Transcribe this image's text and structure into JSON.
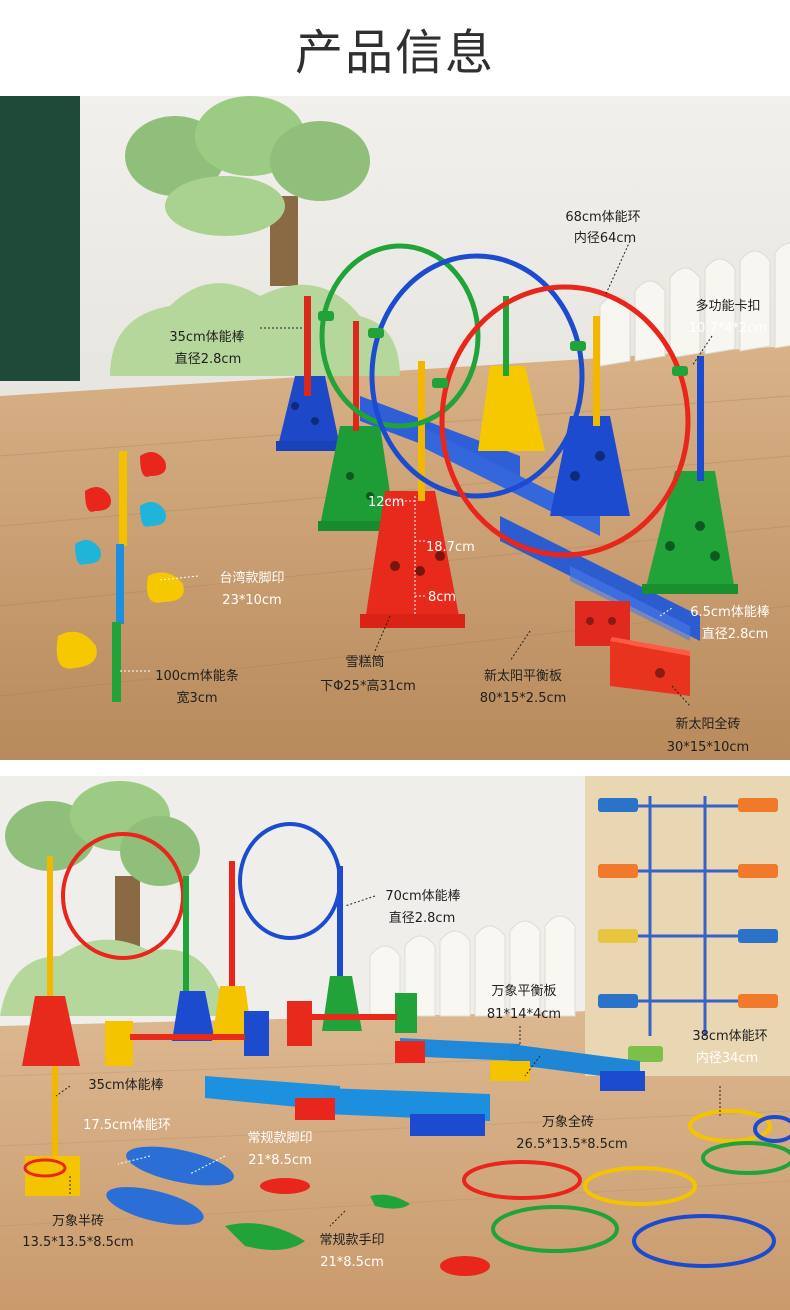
{
  "page": {
    "title": "产品信息"
  },
  "scene1": {
    "labels": {
      "ring68_a": "68cm体能环",
      "ring68_b": "内径64cm",
      "clip_a": "多功能卡扣",
      "clip_b": "10.7*4*2cm",
      "stick35_a": "35cm体能棒",
      "stick35_b": "直径2.8cm",
      "dim_top": "12cm",
      "dim_h": "18.7cm",
      "dim_bottom": "8cm",
      "footprint_a": "台湾款脚印",
      "footprint_b": "23*10cm",
      "strip_a": "100cm体能条",
      "strip_b": "宽3cm",
      "cone_a": "雪糕筒",
      "cone_b": "下Φ25*高31cm",
      "beam_a": "新太阳平衡板",
      "beam_b": "80*15*2.5cm",
      "stick65_a": "6.5cm体能棒",
      "stick65_b": "直径2.8cm",
      "brick_a": "新太阳全砖",
      "brick_b": "30*15*10cm"
    }
  },
  "scene2": {
    "labels": {
      "stick70_a": "70cm体能棒",
      "stick70_b": "直径2.8cm",
      "beam_a": "万象平衡板",
      "beam_b": "81*14*4cm",
      "ring38_a": "38cm体能环",
      "ring38_b": "内径34cm",
      "stick35_a": "35cm体能棒",
      "ring17_a": "17.5cm体能环",
      "foot_a": "常规款脚印",
      "foot_b": "21*8.5cm",
      "brick_a": "万象全砖",
      "brick_b": "26.5*13.5*8.5cm",
      "half_a": "万象半砖",
      "half_b": "13.5*13.5*8.5cm",
      "hand_a": "常规款手印",
      "hand_b": "21*8.5cm"
    }
  },
  "colors": {
    "red": "#e8261c",
    "blue": "#1e4fd1",
    "green": "#22a33a",
    "yellow": "#f5c400",
    "floor": "#c79a6a",
    "wall": "#eeeeea"
  }
}
